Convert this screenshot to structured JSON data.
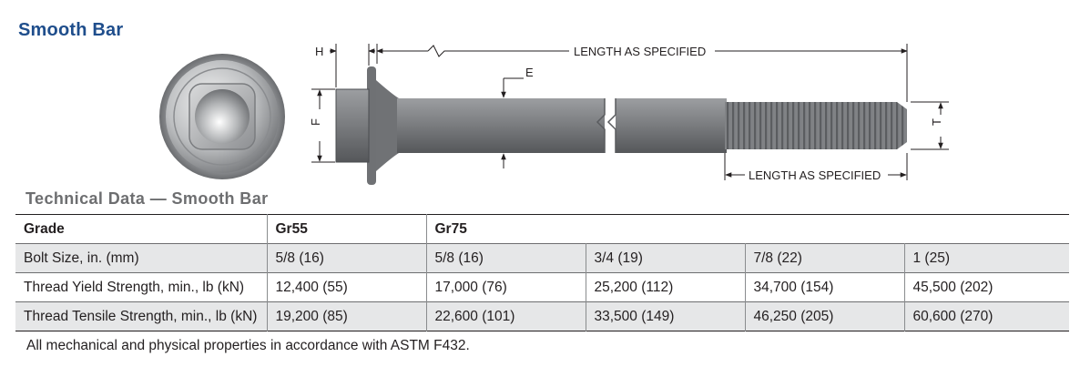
{
  "page": {
    "title": "Smooth Bar",
    "subtitle": "Technical Data — Smooth Bar",
    "note": "All mechanical and physical properties in accordance with ASTM F432.",
    "accent_color": "#1f4e8c",
    "subtitle_color": "#6d6e70"
  },
  "diagram": {
    "label_h": "H",
    "label_f": "F",
    "label_e": "E",
    "label_t": "T",
    "length_top": "LENGTH AS SPECIFIED",
    "length_thread": "LENGTH AS SPECIFIED"
  },
  "table": {
    "header": {
      "label": "Grade",
      "gr55": "Gr55",
      "gr75": "Gr75"
    },
    "rows": [
      {
        "label": "Bolt Size, in. (mm)",
        "values": [
          "5/8 (16)",
          "5/8 (16)",
          "3/4 (19)",
          "7/8 (22)",
          "1 (25)"
        ]
      },
      {
        "label": "Thread Yield Strength, min., lb (kN)",
        "values": [
          "12,400 (55)",
          "17,000 (76)",
          "25,200 (112)",
          "34,700 (154)",
          "45,500 (202)"
        ]
      },
      {
        "label": "Thread Tensile Strength, min., lb (kN)",
        "values": [
          "19,200 (85)",
          "22,600 (101)",
          "33,500 (149)",
          "46,250 (205)",
          "60,600 (270)"
        ]
      }
    ]
  }
}
